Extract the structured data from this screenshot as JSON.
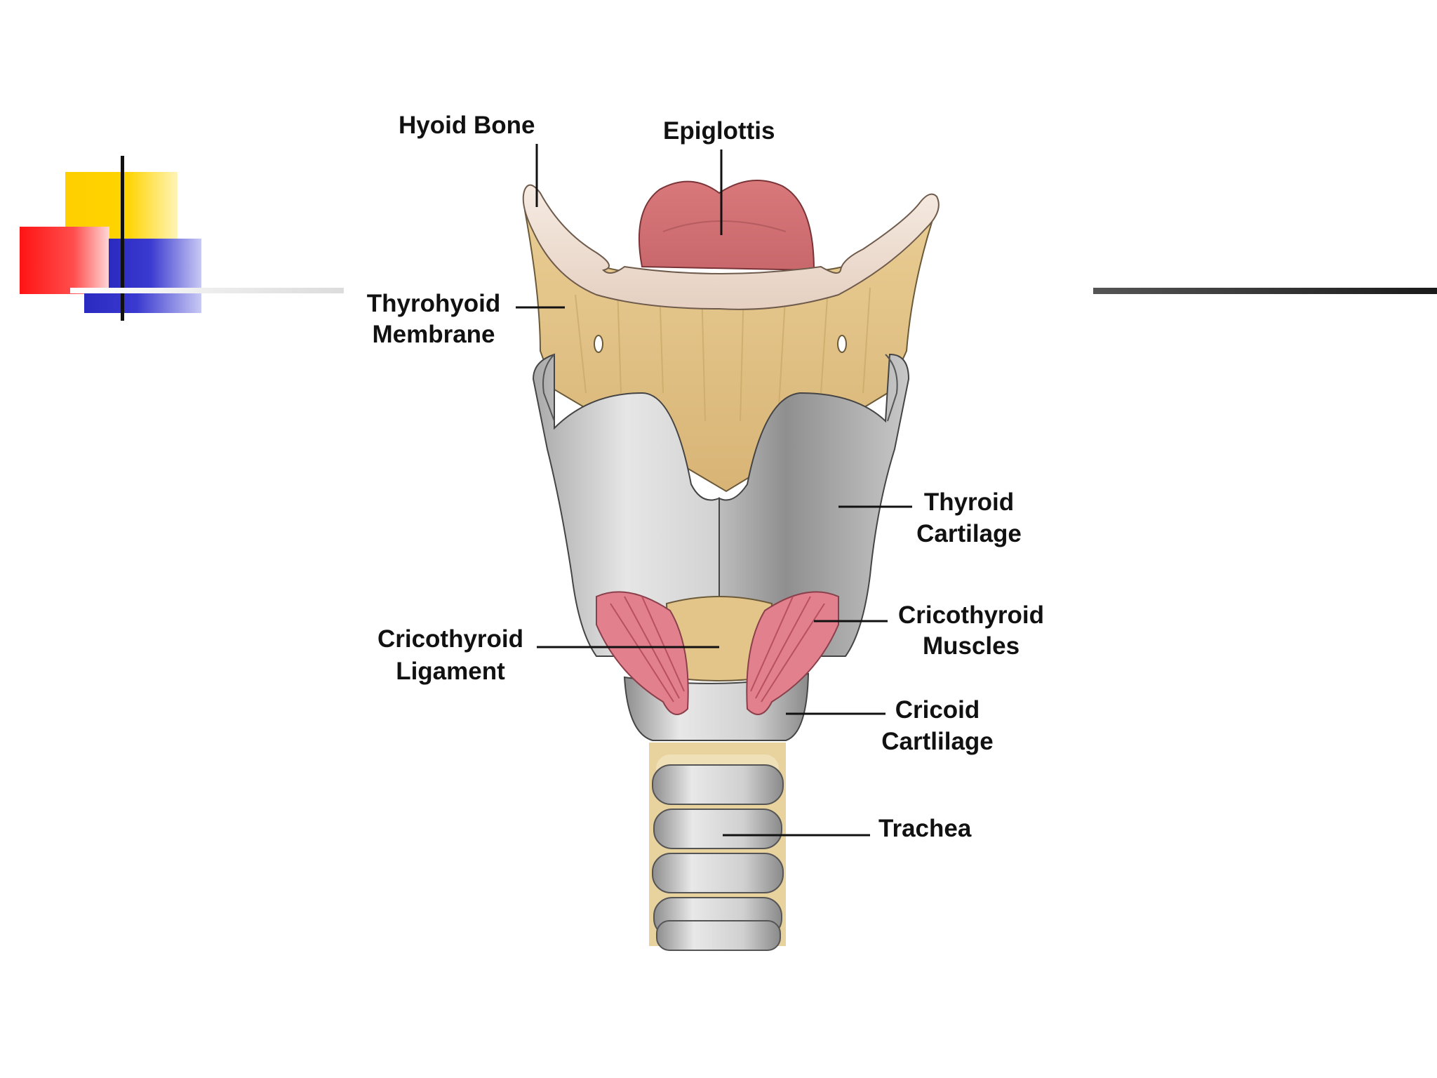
{
  "colors": {
    "background": "#ffffff",
    "deco_yellow": "#ffd200",
    "deco_red": "#ff1a1a",
    "deco_blue": "#2e2ec8",
    "deco_line": "#222222",
    "bone": "#f1e2d6",
    "membrane": "#e3c58a",
    "cartilage": "#c3c3c3",
    "cartilage_dark": "#9a9a9a",
    "epiglottis": "#d06f73",
    "muscle": "#e2808e",
    "label_text": "#111111",
    "leader_line": "#111111"
  },
  "labels": {
    "hyoid_bone": "Hyoid Bone",
    "epiglottis": "Epiglottis",
    "thyrohyoid_membrane": [
      "Thyrohyoid",
      "Membrane"
    ],
    "thyroid_cartilage": [
      "Thyroid",
      "Cartilage"
    ],
    "cricothyroid_ligament": [
      "Cricothyroid",
      "Ligament"
    ],
    "cricothyroid_muscles": [
      "Cricothyroid",
      "Muscles"
    ],
    "cricoid_cartilage": [
      "Cricoid",
      "Cartlilage"
    ],
    "trachea": "Trachea"
  },
  "icons": {
    "slide_decoration": "color-blocks-logo",
    "header_rule_left": "gradient-rule",
    "header_rule_right": "gradient-rule"
  }
}
